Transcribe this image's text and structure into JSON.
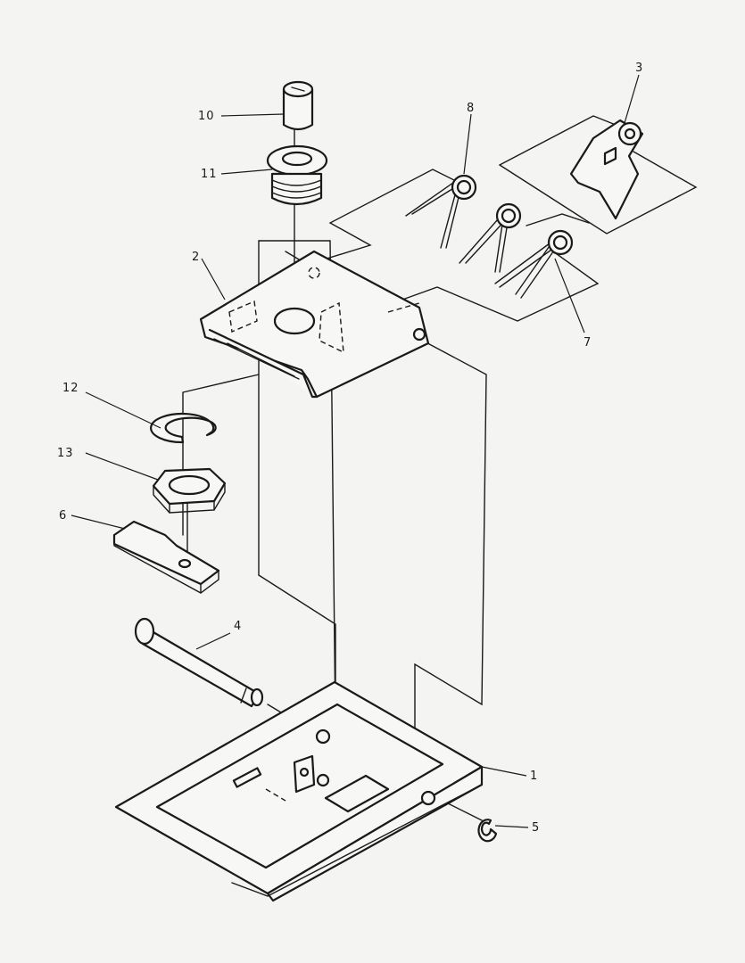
{
  "callouts": [
    {
      "id": "p1",
      "text": "1"
    },
    {
      "id": "p2",
      "text": "2"
    },
    {
      "id": "p3",
      "text": "3"
    },
    {
      "id": "p4",
      "text": "4"
    },
    {
      "id": "p5",
      "text": "5"
    },
    {
      "id": "p6",
      "text": "6"
    },
    {
      "id": "p7",
      "text": "7"
    },
    {
      "id": "p8",
      "text": "8"
    },
    {
      "id": "p10",
      "text": "10"
    },
    {
      "id": "p11",
      "text": "11"
    },
    {
      "id": "p12",
      "text": "12"
    },
    {
      "id": "p13",
      "text": "13"
    }
  ],
  "colors": {
    "ink": "#1a1a1a",
    "paper": "#f4f4f2"
  }
}
